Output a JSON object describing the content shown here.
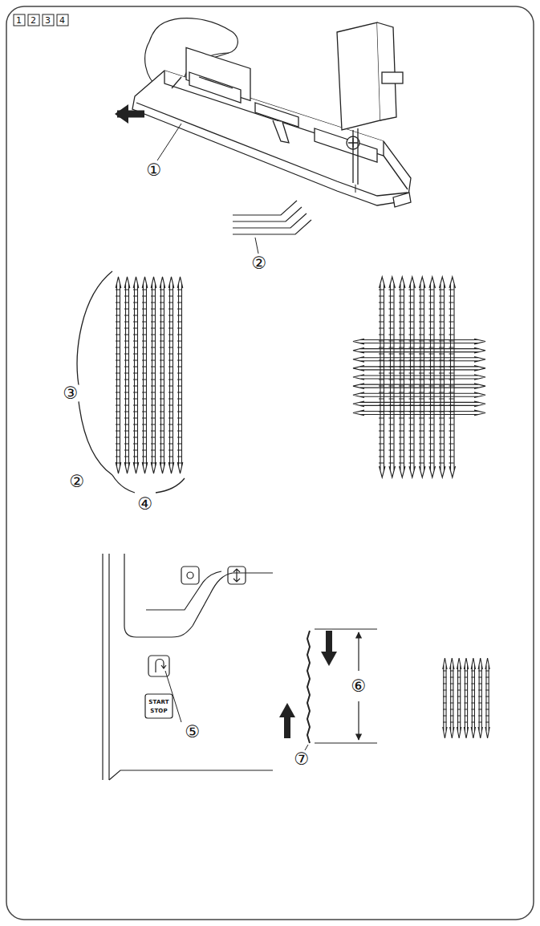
{
  "diagram": {
    "labels": [
      "1",
      "2",
      "3",
      "4",
      "①",
      "②",
      "③",
      "②",
      "④",
      "⑤",
      "⑥",
      "⑦",
      "START",
      "STOP"
    ]
  }
}
